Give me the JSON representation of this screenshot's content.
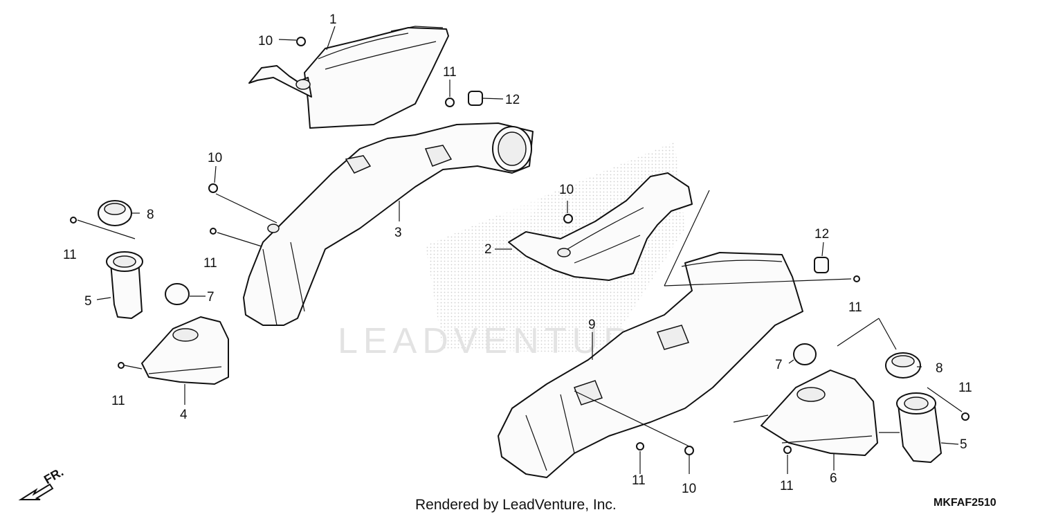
{
  "footer": {
    "credit": "Rendered by LeadVenture, Inc.",
    "diagram_code": "MKFAF2510"
  },
  "watermark": {
    "text": "LEADVENTURE"
  },
  "orientation": {
    "front_label": "FR."
  },
  "callouts": {
    "c1": "1",
    "c10a": "10",
    "c11a": "11",
    "c12a": "12",
    "c10b": "10",
    "c8a": "8",
    "c11b": "11",
    "c11c": "11",
    "c3": "3",
    "c5a": "5",
    "c7a": "7",
    "c11d": "11",
    "c4": "4",
    "c10c": "10",
    "c2": "2",
    "c12b": "12",
    "c11e": "11",
    "c9": "9",
    "c7b": "7",
    "c8b": "8",
    "c11f": "11",
    "c5b": "5",
    "c11g": "11",
    "c10d": "10",
    "c11h": "11",
    "c6": "6"
  },
  "colors": {
    "line": "#111111",
    "part_fill": "#fbfbfb",
    "watermark": "#e3e3e3"
  }
}
